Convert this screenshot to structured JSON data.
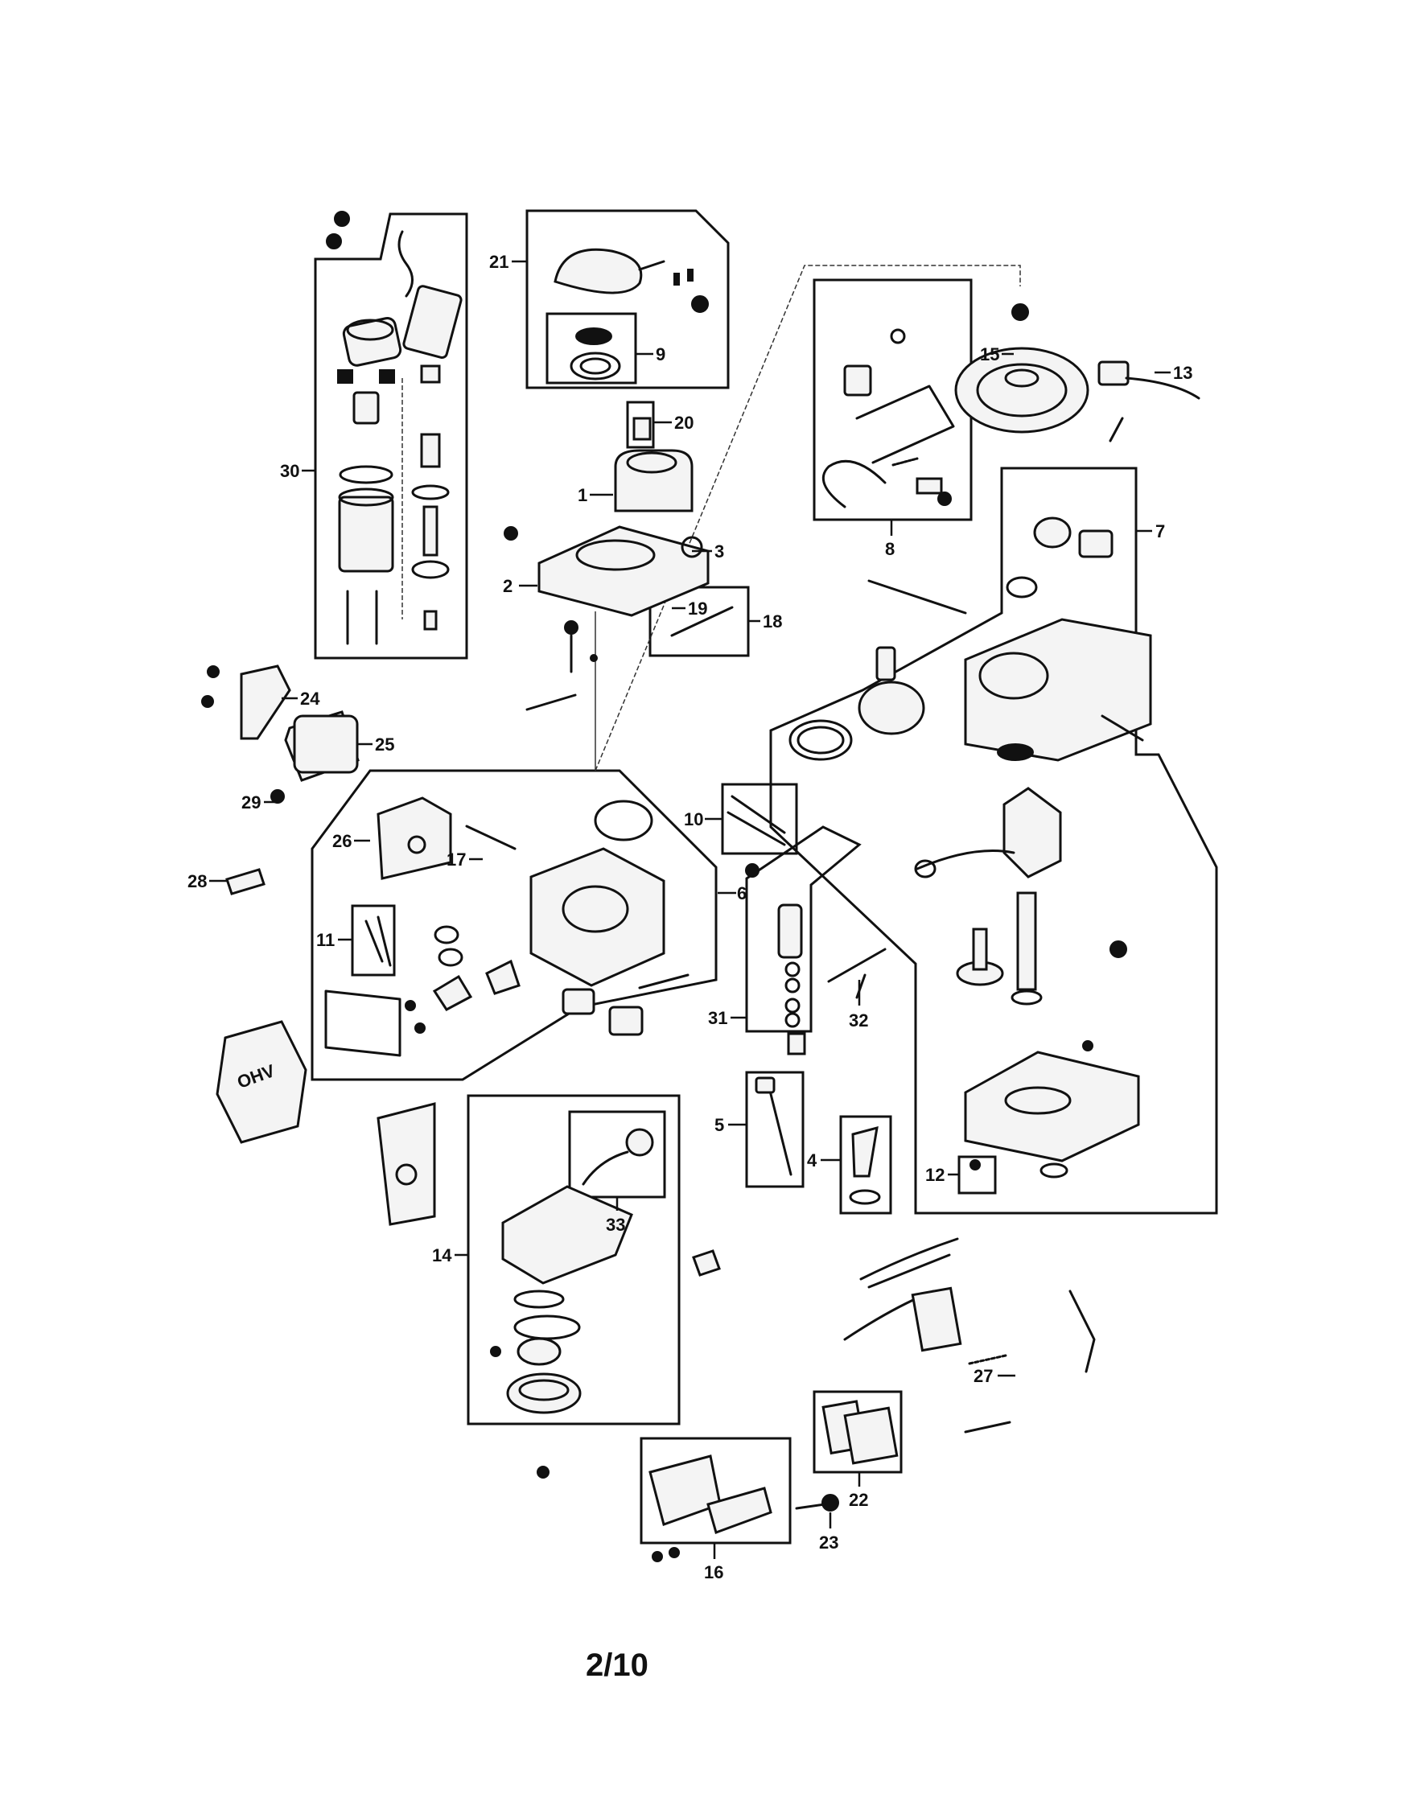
{
  "page_number": "2/10",
  "callouts": {
    "c1": "1",
    "c2": "2",
    "c3": "3",
    "c4": "4",
    "c5": "5",
    "c6": "6",
    "c7": "7",
    "c8": "8",
    "c9": "9",
    "c10": "10",
    "c11": "11",
    "c12": "12",
    "c13": "13",
    "c14": "14",
    "c15": "15",
    "c16": "16",
    "c17": "17",
    "c18": "18",
    "c19": "19",
    "c20": "20",
    "c21": "21",
    "c22": "22",
    "c23": "23",
    "c24": "24",
    "c25": "25",
    "c26": "26",
    "c27": "27",
    "c28": "28",
    "c29": "29",
    "c30": "30",
    "c31": "31",
    "c32": "32",
    "c33": "33"
  },
  "valve_cover_marking": "OHV"
}
